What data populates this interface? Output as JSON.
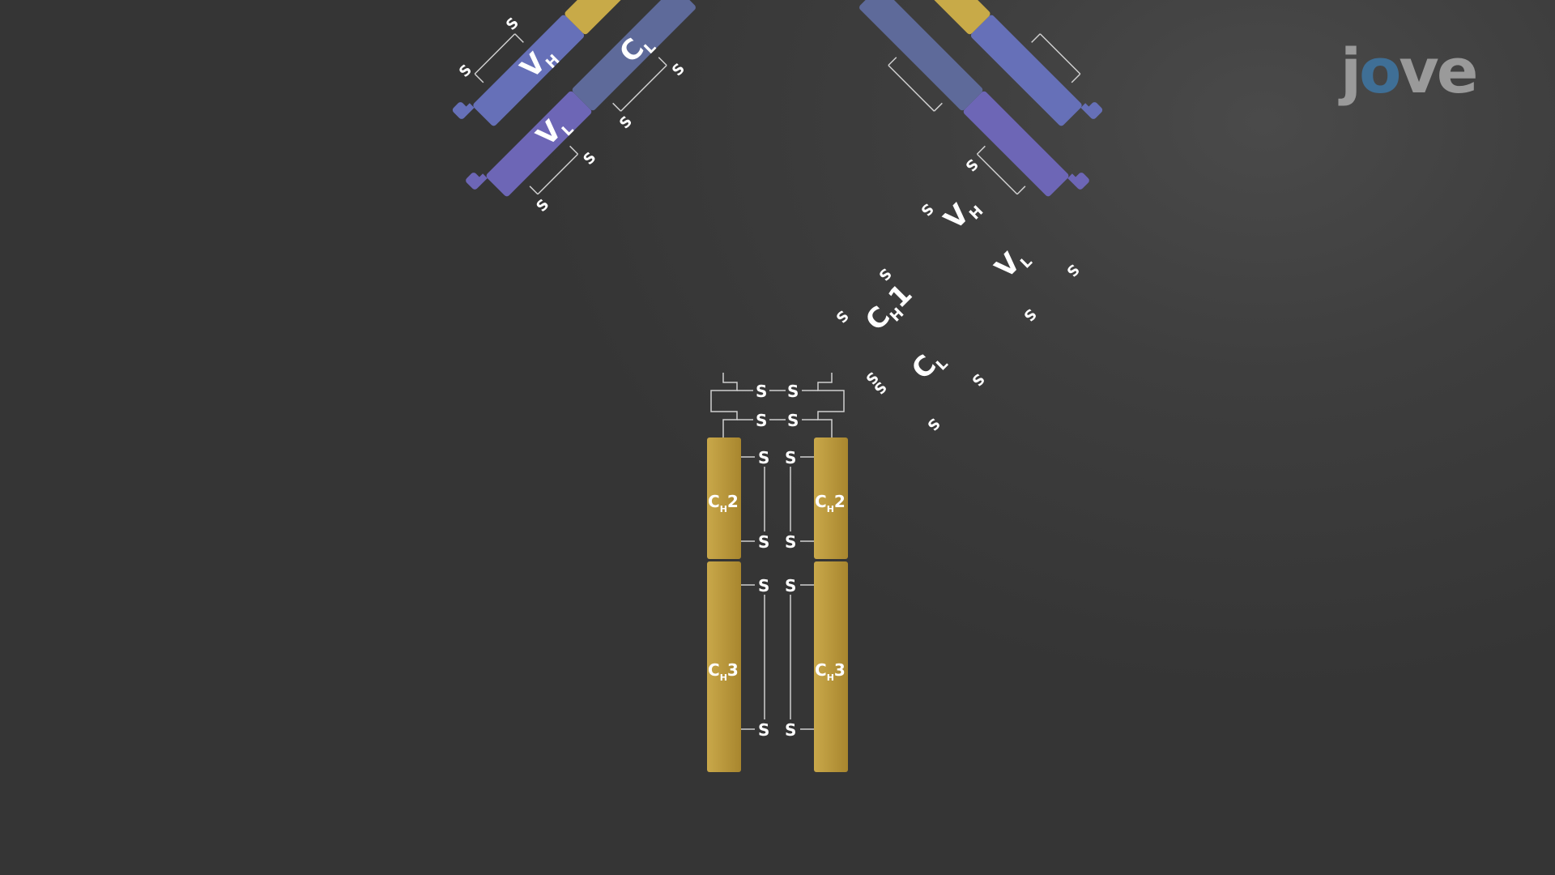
{
  "logo": {
    "text_j": "j",
    "text_o": "o",
    "text_ve": "ve"
  },
  "disulfide_symbol": "S",
  "heavy_chain": {
    "variable_main": "V",
    "variable_sub": "H",
    "ch1_main": "C",
    "ch1_sub": "H",
    "ch1_num": "1",
    "ch2_main": "C",
    "ch2_sub": "H",
    "ch2_num": "2",
    "ch3_main": "C",
    "ch3_sub": "H",
    "ch3_num": "3"
  },
  "light_chain": {
    "variable_main": "V",
    "variable_sub": "L",
    "constant_main": "C",
    "constant_sub": "L"
  },
  "colors": {
    "background": "#383838",
    "variable_heavy": "#6670b8",
    "variable_light": "#6d66b6",
    "constant_light": "#5e6a9a",
    "constant_heavy": "#c8aa48",
    "constant_heavy_fc": "#b8963c",
    "label": "#ffffff",
    "bond_line": "#bdbdbd"
  }
}
